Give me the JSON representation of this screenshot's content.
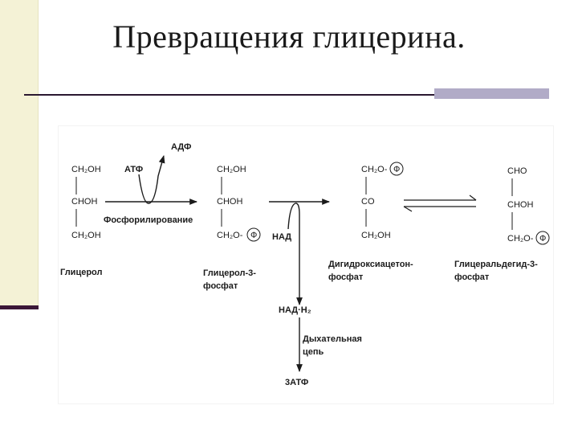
{
  "slide": {
    "title": "Превращения глицерина."
  },
  "diagram": {
    "glycerol": {
      "formula": [
        "CH₂OH",
        "CHOH",
        "CH₂OH"
      ],
      "name": "Глицерол"
    },
    "step1": {
      "atp": "АТФ",
      "adp": "АДФ",
      "process": "Фосфорилирование"
    },
    "glycerol3p": {
      "formula": [
        "CH₂OH",
        "CHOH",
        "CH₂O-"
      ],
      "phosphate": "Ф",
      "name_line1": "Глицерол-3-",
      "name_line2": "фосфат"
    },
    "step2": {
      "nad": "НАД",
      "nadh2": "НАД·Н₂",
      "chain_line1": "Дыхательная",
      "chain_line2": "цепь",
      "atp3": "3АТФ"
    },
    "dhap": {
      "formula": [
        "CH₂O-",
        "CO",
        "CH₂OH"
      ],
      "phosphate": "Ф",
      "name_line1": "Дигидроксиацетон-",
      "name_line2": "фосфат"
    },
    "g3p": {
      "formula": [
        "CHO",
        "CHOH",
        "CH₂O-"
      ],
      "phosphate": "Ф",
      "name_line1": "Глицеральдегид-3-",
      "name_line2": "фосфат"
    }
  }
}
